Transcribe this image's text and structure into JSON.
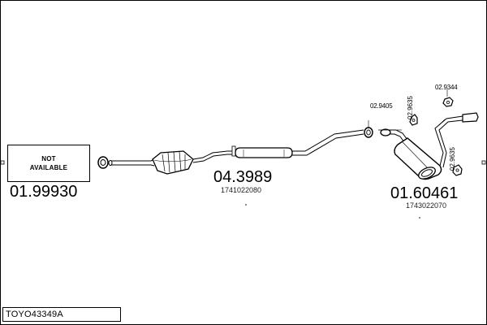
{
  "placeholder_box": {
    "line1": "NOT",
    "line2": "AVAILABLE"
  },
  "parts": {
    "front": {
      "code": "01.99930"
    },
    "middle": {
      "code": "04.3989",
      "oem": "1741022080"
    },
    "rear": {
      "code": "01.60461",
      "oem": "1743022070"
    },
    "clamp_a": {
      "code": "02.9405"
    },
    "clamp_b": {
      "code": "02.9635"
    },
    "hanger_top": {
      "code": "02.9344"
    },
    "hanger_right": {
      "code": "02.9635"
    }
  },
  "reference": {
    "label": "TOYO43349A"
  },
  "colors": {
    "line": "#000000",
    "background": "#ffffff"
  }
}
